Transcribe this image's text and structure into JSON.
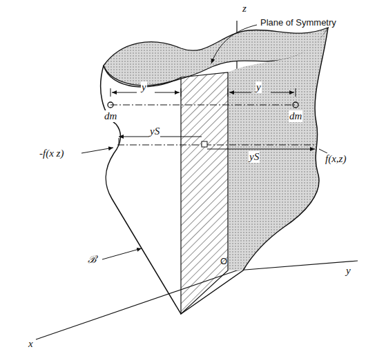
{
  "diagram": {
    "labels": [
      "z",
      "Plane of Symmetry",
      "y",
      "y",
      "dm",
      "dm",
      "yS",
      "yS",
      "-f(x z)",
      "f(x,z)",
      "O",
      "y",
      "x",
      "ℬ"
    ]
  }
}
